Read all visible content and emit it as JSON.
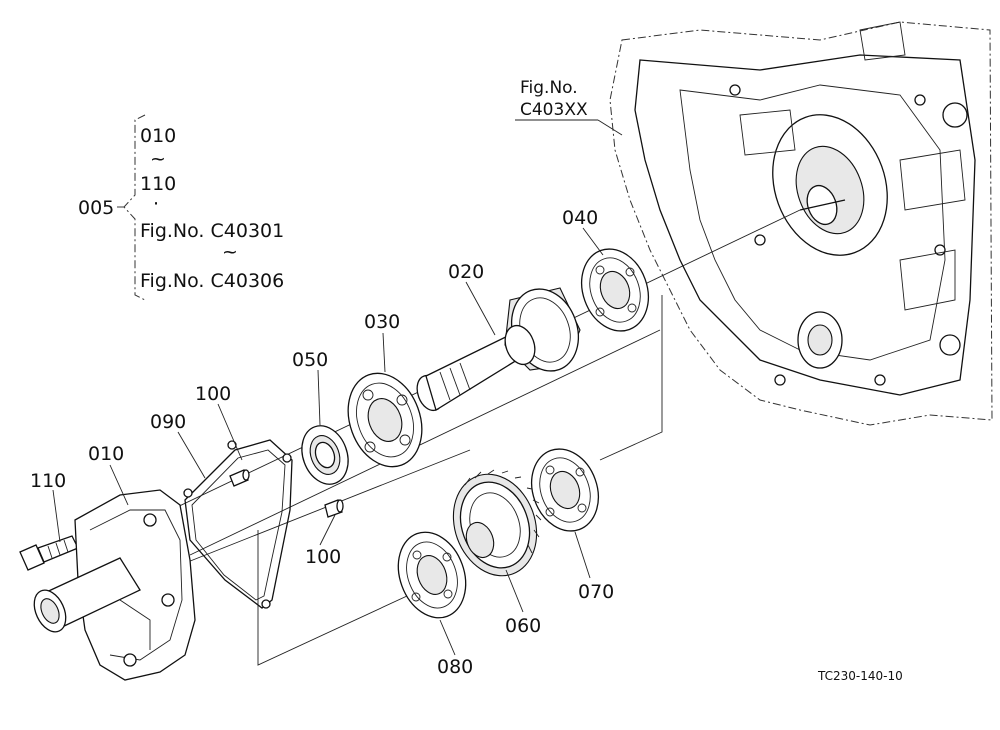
{
  "legend": {
    "group_ref": "005",
    "range_start": "010",
    "tilde": "~",
    "range_end": "110",
    "dot": "·",
    "fig_start": "Fig.No. C40301",
    "fig_end": "Fig.No. C40306"
  },
  "case_ref": {
    "line1": "Fig.No.",
    "line2": "C403XX"
  },
  "callouts": {
    "p010": "010",
    "p020": "020",
    "p030": "030",
    "p040": "040",
    "p050": "050",
    "p060": "060",
    "p070": "070",
    "p080": "080",
    "p090": "090",
    "p100a": "100",
    "p100b": "100",
    "p110": "110"
  },
  "drawing_code": "TC230-140-10"
}
